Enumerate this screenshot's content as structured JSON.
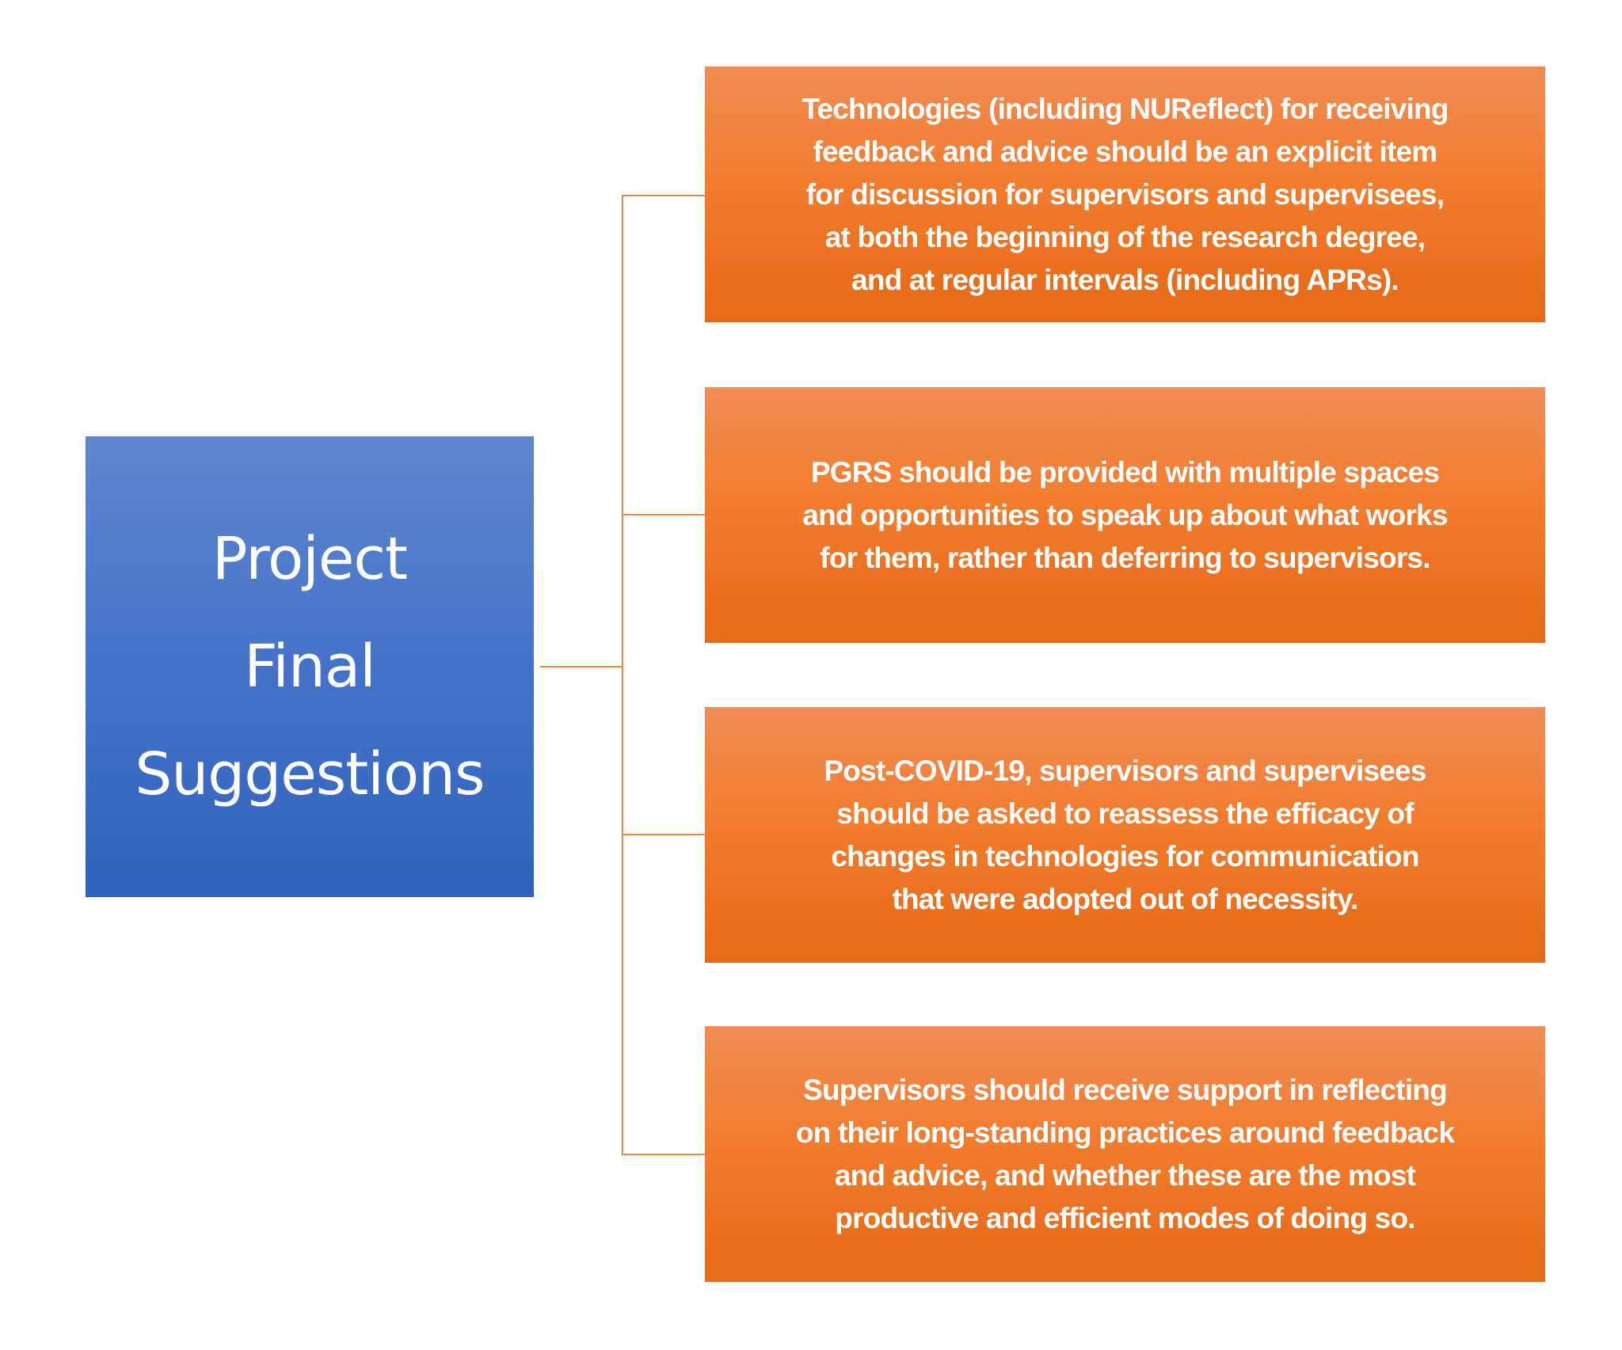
{
  "diagram": {
    "root": {
      "title_lines": [
        "Project",
        "Final",
        "Suggestions"
      ],
      "color": "#3f6fc4"
    },
    "connector_color": "#f0873f",
    "children": [
      {
        "lines": [
          "Technologies (including NUReflect) for receiving",
          "feedback and advice should be an explicit item",
          "for discussion for supervisors and supervisees,",
          "at both the beginning of the research degree,",
          "and at regular intervals (including APRs)."
        ]
      },
      {
        "lines": [
          "PGRS should be provided with multiple spaces",
          "and opportunities to speak up about what works",
          "for them, rather than deferring to supervisors."
        ]
      },
      {
        "lines": [
          "Post-COVID-19, supervisors and supervisees",
          "should be asked to reassess the efficacy of",
          "changes in technologies for communication",
          "that were adopted out of necessity."
        ]
      },
      {
        "lines": [
          "Supervisors should receive support in reflecting",
          "on their long-standing practices around feedback",
          "and advice, and whether these are the most",
          "productive and efficient modes of doing so."
        ]
      }
    ],
    "child_color": "#f27c2e"
  }
}
